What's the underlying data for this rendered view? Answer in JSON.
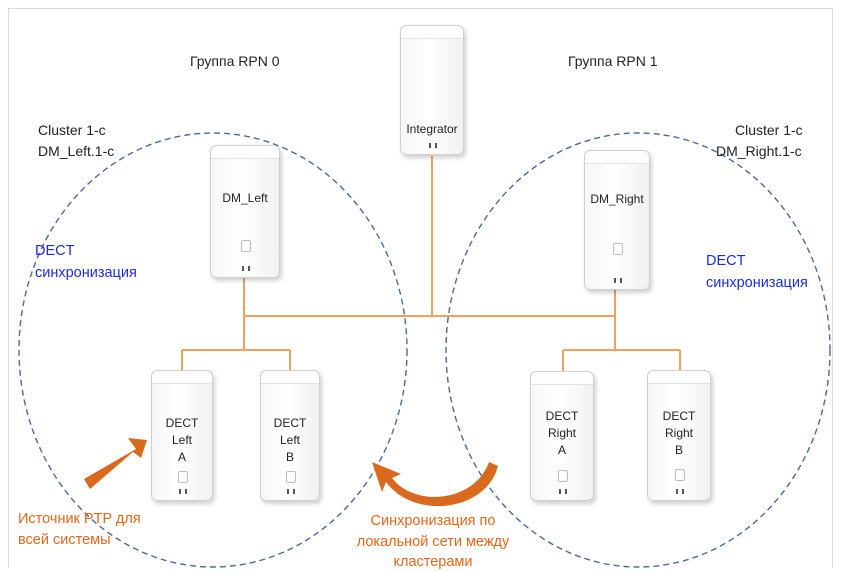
{
  "groups": {
    "left_title": "Группа RPN 0",
    "right_title": "Группа RPN 1"
  },
  "clusters": {
    "left_line1": "Cluster 1-c",
    "left_line2": "DM_Left.1-c",
    "right_line1": "Cluster 1-c",
    "right_line2": "DM_Right.1-c"
  },
  "sync": {
    "left_line1": "DECT",
    "left_line2": "синхронизация",
    "right_line1": "DECT",
    "right_line2": "синхронизация"
  },
  "devices": {
    "integrator": "Integrator",
    "dm_left": "DM_Left",
    "dm_right": "DM_Right",
    "dect_left_a": [
      "DECT",
      "Left",
      "A"
    ],
    "dect_left_b": [
      "DECT",
      "Left",
      "B"
    ],
    "dect_right_a": [
      "DECT",
      "Right",
      "A"
    ],
    "dect_right_b": [
      "DECT",
      "Right",
      "B"
    ]
  },
  "annotations": {
    "ptp_line1": "Источник PTP для",
    "ptp_line2": "всей системы",
    "lan_line1": "Синхронизация по",
    "lan_line2": "локальной сети между",
    "lan_line3": "кластерами"
  },
  "colors": {
    "link": "#f0a060",
    "ellipse": "#4a6a9a",
    "sync_text": "#1f2bd6",
    "annotation": "#e2661a",
    "arrow": "#d9691f"
  }
}
